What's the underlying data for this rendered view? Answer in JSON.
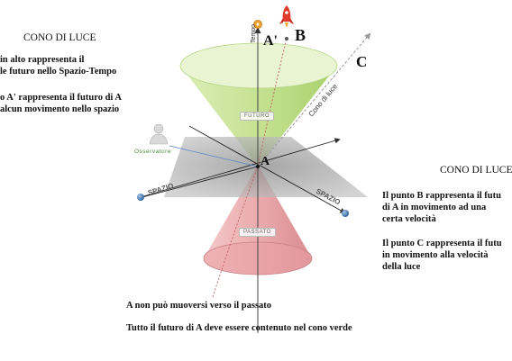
{
  "diagram": {
    "left_title": "CONO DI LUCE",
    "left_line1": "in alto rappresenta il",
    "left_line2": "le futuro nello Spazio-Tempo",
    "left_line3_pre": "o ",
    "left_line3_bold": "A'",
    "left_line3_mid": " rappresenta il futuro di ",
    "left_line3_bold2": "A",
    "left_line4": "alcun movimento nello spazio",
    "right_title": "CONO DI LUCE",
    "right_b1_pre": "Il punto ",
    "right_b1_bold": "B",
    "right_b1_post": " rappresenta il futu",
    "right_b2_pre": "di ",
    "right_b2_bold": "A",
    "right_b2_post": " in movimento ad una",
    "right_b3": "certa velocità",
    "right_c1_pre": "Il punto ",
    "right_c1_bold": "C",
    "right_c1_post": " rappresenta il futu",
    "right_c2": "in movimento alla velocità",
    "right_c3": "della luce",
    "bottom1_bold": "A",
    "bottom1_post": " non può muoversi verso il passato",
    "bottom2_pre": "Tutto il futuro di ",
    "bottom2_bold": "A",
    "bottom2_post": " deve essere contenuto nel cono verde",
    "label_A": "A",
    "label_A_prime": "A'",
    "label_B": "B",
    "label_C": "C",
    "label_tempo": "Tempo",
    "label_cono": "Cono di luce",
    "label_futuro": "FUTURO",
    "label_passato": "PASSATO",
    "label_osservatore": "Osservatore",
    "label_spazio_left": "SPAZIO",
    "label_spazio_right": "SPAZIO"
  }
}
